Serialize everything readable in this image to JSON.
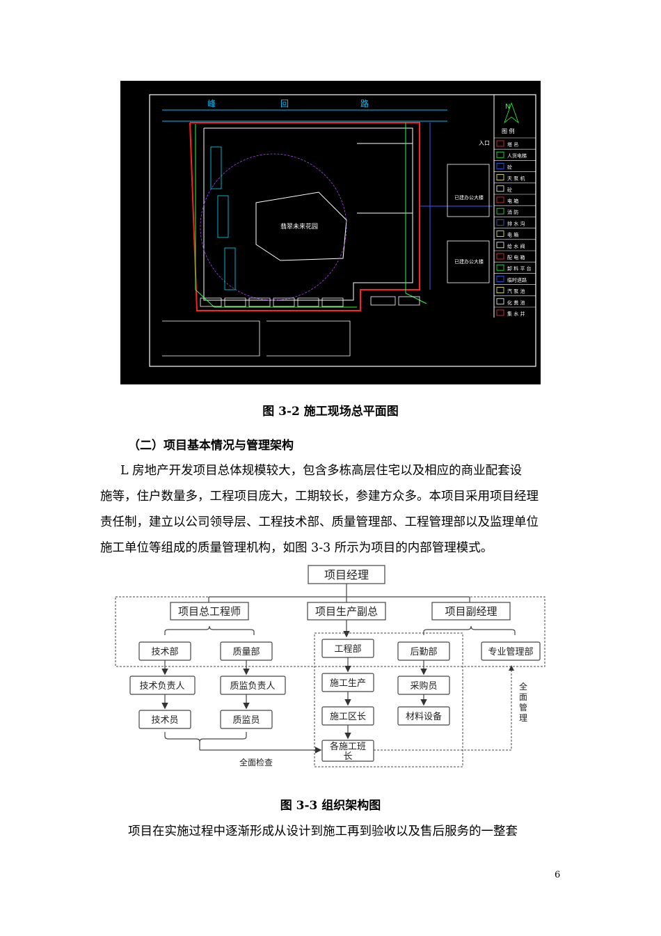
{
  "site_plan": {
    "road_name": [
      "峰",
      "回",
      "路"
    ],
    "garden_label": "翡翠未来花园",
    "legend_title": "图    例",
    "legend_items": [
      "塔 吊",
      "人货电梯",
      "砼",
      "天 泵 机",
      "砼",
      "电 箱",
      "消 防",
      "排 水 沟",
      "电 箱",
      "给 水 阀",
      "配 电 箱",
      "卸 料 平 台",
      "临时道路",
      "汽 泵 池",
      "化 粪 池",
      "集 水 井"
    ],
    "entrance_label": "入口",
    "north_label": "N",
    "building_labels": [
      "已建办公大楼",
      "已建办公大楼"
    ]
  },
  "figure_caption_1": "图 3-2  施工现场总平面图",
  "section_heading": "（二）项目基本情况与管理架构",
  "paragraph_lines": [
    "L 房地产开发项目总体规模较大，包含多栋高层住宅以及相应的商业配套设",
    "施等，住户数量多，工程项目庞大，工期较长，参建方众多。本项目采用项目经理",
    "责任制，建立以公司领导层、工程技术部、质量管理部、工程管理部以及监理单位",
    "施工单位等组成的质量管理机构，如图 3-3 所示为项目的内部管理模式。"
  ],
  "org_chart": {
    "top": "项目经理",
    "level2": [
      "项目总工程师",
      "项目生产副总",
      "项目副经理"
    ],
    "departments": [
      "技术部",
      "质量部",
      "工程部",
      "后勤部",
      "专业管理部"
    ],
    "tech_chain": [
      "技术负责人",
      "技术员"
    ],
    "quality_chain": [
      "质监负责人",
      "质监员"
    ],
    "construction_chain": [
      "施工生产",
      "施工区长",
      "各施工班",
      "长"
    ],
    "logistics_chain": [
      "采购员",
      "材料设备"
    ],
    "overall_inspection": "全面检查",
    "overall_management": [
      "全",
      "面",
      "管",
      "理"
    ]
  },
  "figure_caption_2": "图 3-3  组织架构图",
  "last_line": "项目在实施过程中逐渐形成从设计到施工再到验收以及售后服务的一整套",
  "page_number": "6"
}
